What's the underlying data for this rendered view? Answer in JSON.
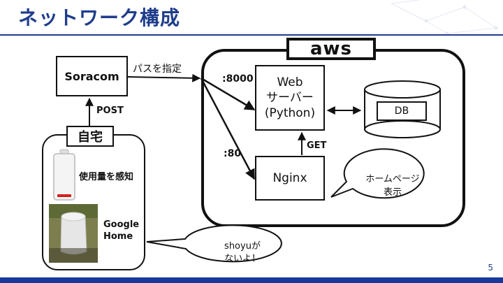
{
  "title": "ネットワーク構成",
  "page_number": "5",
  "nodes": {
    "soracom": "Soracom",
    "aws": "aws",
    "webserver": [
      "Web",
      "サーバー",
      "(Python)"
    ],
    "db": "DB",
    "nginx": "Nginx",
    "home": "自宅",
    "battery_caption": "使用量を感知",
    "google_home": [
      "Google",
      "Home"
    ]
  },
  "edges": {
    "path_label": "パスを指定",
    "post_label": "POST",
    "port_8000": ":8000",
    "port_80": ":80",
    "get_label": "GET"
  },
  "callouts": {
    "homepage": [
      "ホームページ",
      "表示"
    ],
    "shoyu": [
      "shoyuが",
      "ないよ！"
    ]
  },
  "colors": {
    "title": "#1f3d8c",
    "band": "#17399c",
    "battery_level": "#d21f1f",
    "line": "#111111"
  },
  "icons": {
    "battery": "battery-low-icon",
    "device": "google-home-photo"
  }
}
